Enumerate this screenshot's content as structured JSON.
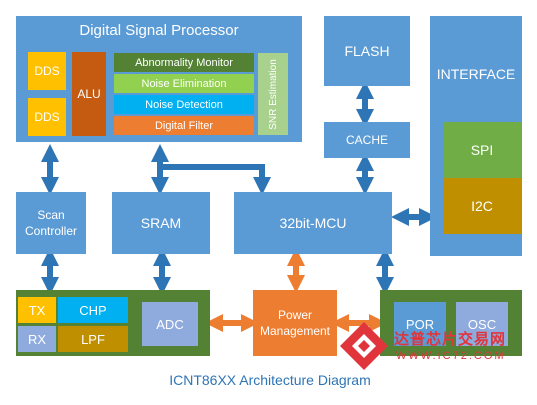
{
  "dsp": {
    "title": "Digital Signal Processor",
    "dds1": "DDS",
    "dds2": "DDS",
    "alu": "ALU",
    "abnormality": "Abnormality Monitor",
    "noise_elim": "Noise Elimination",
    "noise_det": "Noise Detection",
    "filter": "Digital Filter",
    "snr": "SNR Estimation"
  },
  "flash": "FLASH",
  "cache": "CACHE",
  "interface": {
    "title": "INTERFACE",
    "spi": "SPI",
    "i2c": "I2C"
  },
  "scan": {
    "line1": "Scan",
    "line2": "Controller"
  },
  "sram": "SRAM",
  "mcu": "32bit-MCU",
  "analog": {
    "tx": "TX",
    "chp": "CHP",
    "rx": "RX",
    "lpf": "LPF"
  },
  "adc": "ADC",
  "power": {
    "line1": "Power",
    "line2": "Management"
  },
  "por": "POR",
  "osc": "OSC",
  "caption": "ICNT86XX Architecture Diagram",
  "watermark": {
    "text": "达普芯片交易网",
    "url": "WWW.IC72.COM"
  },
  "colors": {
    "block_blue": "#5b9bd5",
    "block_green": "#548235",
    "arrow_blue": "#2e75b6",
    "arrow_orange": "#ed7d31",
    "dds_yellow": "#ffc000",
    "alu_orange": "#c55a11",
    "caption": "#2e75b6",
    "watermark_red": "#e0353a"
  }
}
